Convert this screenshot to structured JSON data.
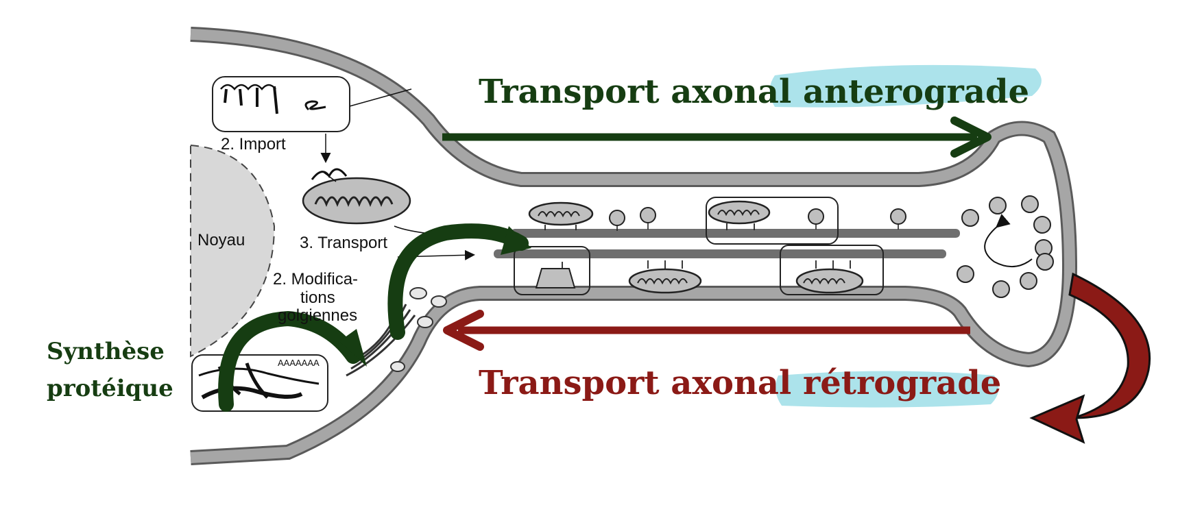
{
  "title_antero": "Transport axonal anterograde",
  "title_retro": "Transport axonal rétrograde",
  "label_synthese_1": "Synthèse",
  "label_synthese_2": "protéique",
  "label_import": "2. Import",
  "label_noyau": "Noyau",
  "label_transport": "3. Transport",
  "label_modif_1": "2. Modifica-",
  "label_modif_2": "tions",
  "label_modif_3": "golgiennes",
  "label_polya": "AAAAAAA",
  "colors": {
    "anterograde": "#163d12",
    "retrograde": "#8b1a16",
    "highlight": "#a8e2ea",
    "membrane": "#a6a6a6",
    "nucleus": "#d8d8d8",
    "microtubule": "#6f6f6f"
  }
}
